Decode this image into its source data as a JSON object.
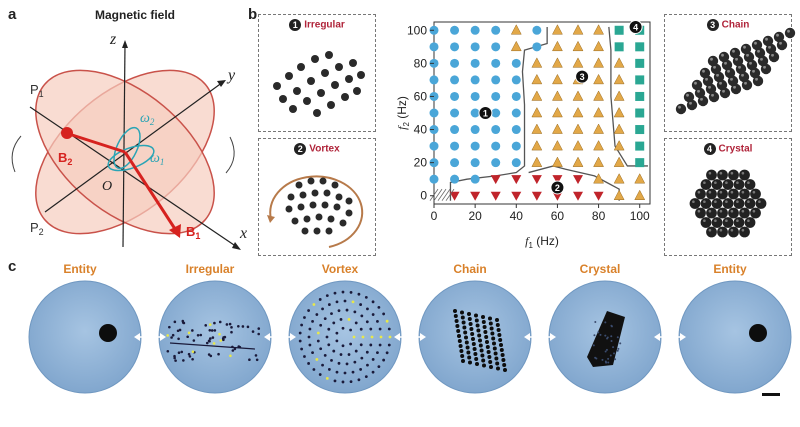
{
  "panel_a": {
    "label": "a",
    "title": "Magnetic field",
    "axis_z": "z",
    "axis_y": "y",
    "axis_x": "x",
    "origin": "O",
    "plane_1_main": "P",
    "plane_1_sub": "1",
    "plane_2_main": "P",
    "plane_2_sub": "2",
    "omega_1": "ω",
    "omega_1_sub": "1",
    "omega_2": "ω",
    "omega_2_sub": "2",
    "b1": "B",
    "b1_sub": "1",
    "b2": "B",
    "b2_sub": "2",
    "colors": {
      "plane": "#f7cdbf",
      "plane_edge": "#c9524a",
      "vector": "#d6221f",
      "omega": "#2aa4b5"
    }
  },
  "panel_b": {
    "label": "b",
    "boxes": [
      {
        "num": "1",
        "title": "Irregular"
      },
      {
        "num": "2",
        "title": "Vortex"
      },
      {
        "num": "3",
        "title": "Chain"
      },
      {
        "num": "4",
        "title": "Crystal"
      }
    ],
    "region_numbers": [
      "1",
      "2",
      "3",
      "4"
    ]
  },
  "chart_data": {
    "type": "scatter",
    "xlabel_main": "f",
    "xlabel_sub": "1",
    "xlabel_unit": " (Hz)",
    "ylabel_main": "f",
    "ylabel_sub": "2",
    "ylabel_unit": " (Hz)",
    "xlim": [
      0,
      105
    ],
    "ylim": [
      -5,
      105
    ],
    "xticks": [
      "0",
      "20",
      "40",
      "60",
      "80",
      "100"
    ],
    "yticks": [
      "0",
      "20",
      "40",
      "60",
      "80",
      "100"
    ],
    "grid": false,
    "series": [
      {
        "name": "Irregular",
        "marker": "circle",
        "color": "#4aa6d8"
      },
      {
        "name": "Vortex",
        "marker": "triangle-down",
        "color": "#c0242b"
      },
      {
        "name": "Chain",
        "marker": "triangle-up",
        "color": "#e2a848"
      },
      {
        "name": "Crystal",
        "marker": "square",
        "color": "#2aa793"
      }
    ]
  },
  "panel_c": {
    "label": "c",
    "disks": [
      {
        "label": "Entity"
      },
      {
        "label": "Irregular"
      },
      {
        "label": "Vortex"
      },
      {
        "label": "Chain"
      },
      {
        "label": "Crystal"
      },
      {
        "label": "Entity"
      }
    ],
    "colors": {
      "label": "#d9812a",
      "disk": "#8fb3d6",
      "disk_edge": "#6f97c0"
    }
  }
}
